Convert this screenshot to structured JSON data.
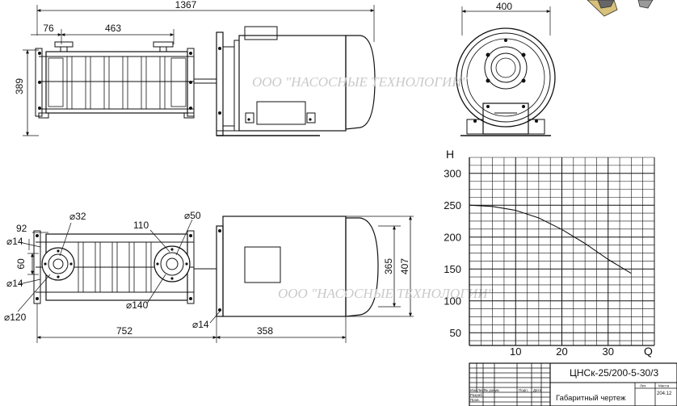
{
  "watermarks": {
    "top": "ООО \"НАСОСНЫЕ ТЕХНОЛОГИИ\"",
    "bottom": "ООО \"НАСОСНЫЕ ТЕХНОЛОГИИ\""
  },
  "dimensions": {
    "overall_length": "1367",
    "front_width": "400",
    "left_offset": "76",
    "flange_span": "463",
    "height": "389",
    "inlet_diameter": "⌀32",
    "outlet_diameter": "⌀50",
    "port_spacing": "110",
    "dim_92": "92",
    "bolt_14_top": "⌀14",
    "dim_60": "60",
    "bolt_14_bottom": "⌀14",
    "flange_140": "⌀140",
    "flange_120": "⌀120",
    "pump_length": "752",
    "foot_hole": "⌀14",
    "motor_length": "358",
    "base_width_inner": "365",
    "base_width_outer": "407"
  },
  "chart_data": {
    "type": "line",
    "ylabel": "H",
    "xlabel": "Q",
    "x_ticks": [
      10,
      20,
      30
    ],
    "y_ticks": [
      50,
      100,
      150,
      200,
      250,
      300
    ],
    "xlim": [
      0,
      40
    ],
    "ylim": [
      30,
      325
    ],
    "grid": true,
    "series": [
      {
        "x": [
          0,
          5,
          10,
          15,
          20,
          25,
          30,
          35
        ],
        "y": [
          250,
          248,
          242,
          230,
          212,
          190,
          165,
          143
        ]
      }
    ]
  },
  "title_block": {
    "model": "ЦНСк-25/200-5-30/3",
    "drawing_name": "Габаритный чертеж",
    "col_labels": [
      "Изм",
      "Лист",
      "№ докум.",
      "Подп.",
      "Дата"
    ],
    "row_labels": [
      "Разраб.",
      "Пров."
    ],
    "lit_label": "Лит.",
    "mass_label": "Масса",
    "mass_value": "204.12"
  }
}
